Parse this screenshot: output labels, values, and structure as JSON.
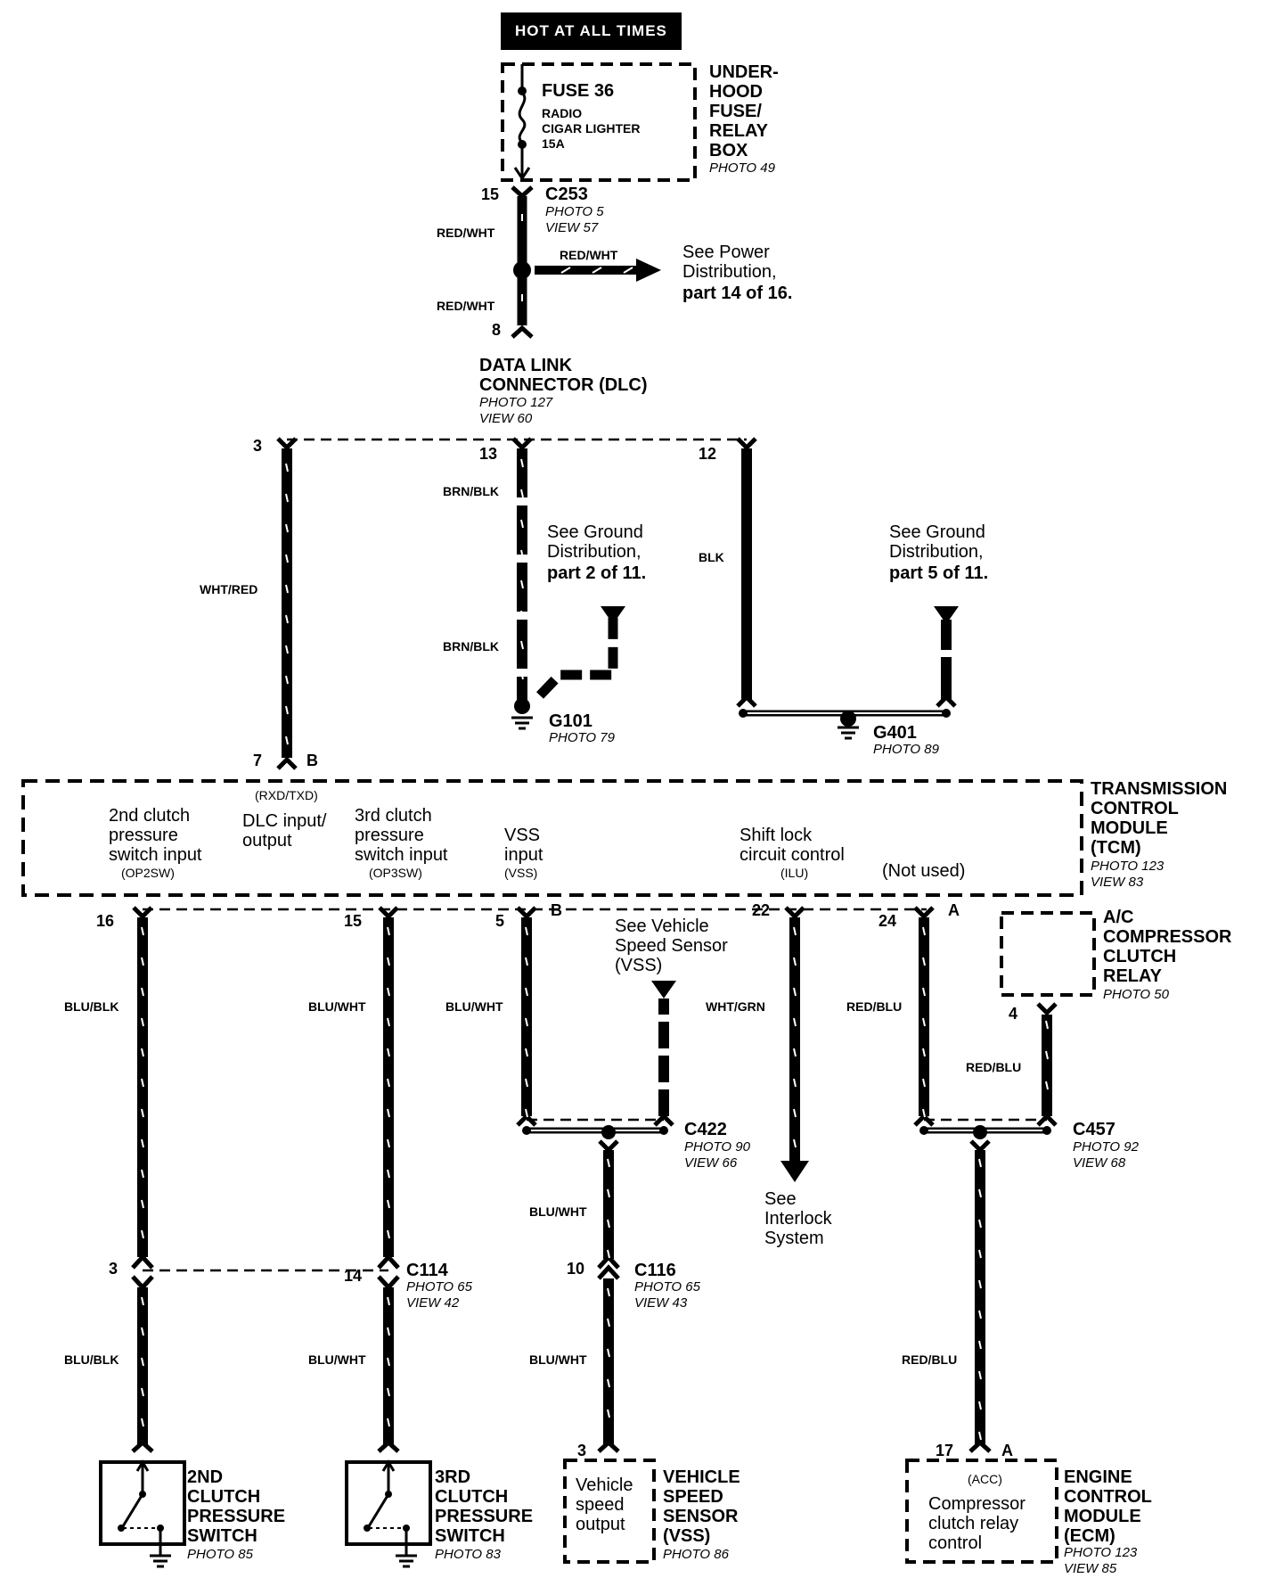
{
  "hot_at_all_times": "HOT AT ALL TIMES",
  "fuse_box": {
    "fuse": "FUSE 36",
    "circuit1": "RADIO",
    "circuit2": "CIGAR LIGHTER",
    "rating": "15A",
    "name_lines": [
      "UNDER-",
      "HOOD",
      "FUSE/",
      "RELAY",
      "BOX"
    ],
    "photo": "PHOTO 49"
  },
  "c253": {
    "pin": "15",
    "name": "C253",
    "photo": "PHOTO 5",
    "view": "VIEW 57"
  },
  "power_branch": {
    "wire_top": "RED/WHT",
    "wire_arrow": "RED/WHT",
    "wire_bottom": "RED/WHT",
    "see_lines": [
      "See Power",
      "Distribution,"
    ],
    "part": "part 14 of 16."
  },
  "dlc": {
    "pin8": "8",
    "name_lines": [
      "DATA LINK",
      "CONNECTOR (DLC)"
    ],
    "photo": "PHOTO 127",
    "view": "VIEW 60",
    "pin3": "3",
    "pin13": "13",
    "pin12": "12"
  },
  "ground_left": {
    "wire_upper": "BRN/BLK",
    "wire_lower": "BRN/BLK",
    "see_lines": [
      "See Ground",
      "Distribution,"
    ],
    "part": "part 2 of 11.",
    "name": "G101",
    "photo": "PHOTO 79"
  },
  "ground_right": {
    "wire": "BLK",
    "see_lines": [
      "See Ground",
      "Distribution,"
    ],
    "part": "part 5 of 11.",
    "name": "G401",
    "photo": "PHOTO 89"
  },
  "wht_red_wire": {
    "wire": "WHT/RED",
    "pin": "7",
    "conn": "B"
  },
  "tcm": {
    "name_lines": [
      "TRANSMISSION",
      "CONTROL",
      "MODULE",
      "(TCM)"
    ],
    "photo": "PHOTO 123",
    "view": "VIEW 83",
    "rxd": "(RXD/TXD)",
    "in1_lines": [
      "2nd clutch",
      "pressure",
      "switch input"
    ],
    "in1_code": "(OP2SW)",
    "in2_lines": [
      "DLC input/",
      "output"
    ],
    "in3_lines": [
      "3rd clutch",
      "pressure",
      "switch input"
    ],
    "in3_code": "(OP3SW)",
    "in4_lines": [
      "VSS",
      "input"
    ],
    "in4_code": "(VSS)",
    "in5_lines": [
      "Shift lock",
      "circuit control"
    ],
    "in5_code": "(ILU)",
    "not_used": "(Not used)"
  },
  "bottom_pins": {
    "p16": "16",
    "p15": "15",
    "p5": "5",
    "pB": "B",
    "p22": "22",
    "p24": "24",
    "pA": "A"
  },
  "ac_relay": {
    "name_lines": [
      "A/C",
      "COMPRESSOR",
      "CLUTCH",
      "RELAY"
    ],
    "photo": "PHOTO 50",
    "pin": "4",
    "wire": "RED/BLU"
  },
  "wires": {
    "w16": "BLU/BLK",
    "w15": "BLU/WHT",
    "w5": "BLU/WHT",
    "w22": "WHT/GRN",
    "w24": "RED/BLU",
    "w16b": "BLU/BLK",
    "w15b": "BLU/WHT",
    "vss1": "BLU/WHT",
    "vss2": "BLU/WHT",
    "ecm": "RED/BLU"
  },
  "vss_ref": {
    "lines": [
      "See Vehicle",
      "Speed Sensor",
      "(VSS)"
    ]
  },
  "c422": {
    "name": "C422",
    "photo": "PHOTO 90",
    "view": "VIEW 66"
  },
  "c457": {
    "name": "C457",
    "photo": "PHOTO 92",
    "view": "VIEW 68"
  },
  "interlock": {
    "lines": [
      "See",
      "Interlock",
      "System"
    ]
  },
  "c114": {
    "pin_left": "3",
    "pin_right": "14",
    "name": "C114",
    "photo": "PHOTO 65",
    "view": "VIEW 42"
  },
  "c116": {
    "pin": "10",
    "name": "C116",
    "photo": "PHOTO 65",
    "view": "VIEW 43"
  },
  "sw2": {
    "name_lines": [
      "2ND",
      "CLUTCH",
      "PRESSURE",
      "SWITCH"
    ],
    "photo": "PHOTO 85"
  },
  "sw3": {
    "name_lines": [
      "3RD",
      "CLUTCH",
      "PRESSURE",
      "SWITCH"
    ],
    "photo": "PHOTO 83"
  },
  "vss": {
    "pin": "3",
    "inner_lines": [
      "Vehicle",
      "speed",
      "output"
    ],
    "name_lines": [
      "VEHICLE",
      "SPEED",
      "SENSOR",
      "(VSS)"
    ],
    "photo": "PHOTO 86"
  },
  "ecm": {
    "pin": "17",
    "conn": "A",
    "code": "(ACC)",
    "inner_lines": [
      "Compressor",
      "clutch relay",
      "control"
    ],
    "name_lines": [
      "ENGINE",
      "CONTROL",
      "MODULE",
      "(ECM)"
    ],
    "photo": "PHOTO 123",
    "view": "VIEW 85"
  }
}
